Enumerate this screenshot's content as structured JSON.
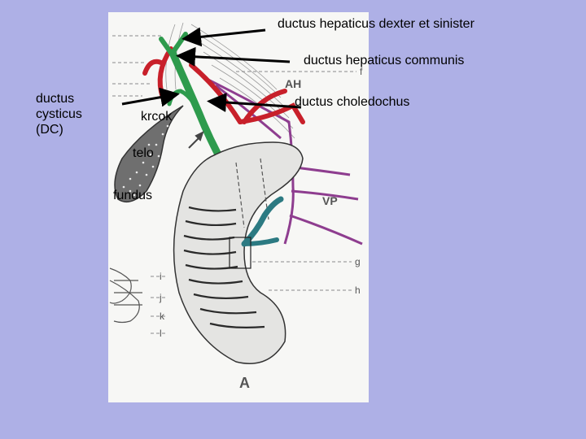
{
  "labels": {
    "hepatic_left_right": "ductus hepaticus dexter et sinister",
    "common_hepatic": "ductus hepaticus communis",
    "common_bile": "ductus choledochus",
    "cystic_duct": "ductus\ncysticus\n(DC)",
    "neck": "krcok",
    "body": "telo",
    "fundus": "fundus"
  },
  "illustration_marks": {
    "portal_vein": "VP",
    "hepatic_artery": "AH",
    "plate_letter": "A",
    "letters": [
      "f",
      "g",
      "h",
      "i",
      "j",
      "k",
      "l"
    ]
  },
  "colors": {
    "background": "#aeb0e6",
    "bile_duct": "#2e9b4d",
    "artery": "#c8202a",
    "vein": "#8e3d8f",
    "pancreatic_duct": "#2c7a82",
    "gallbladder": "#6f6f6f",
    "arrow": "#000000"
  }
}
